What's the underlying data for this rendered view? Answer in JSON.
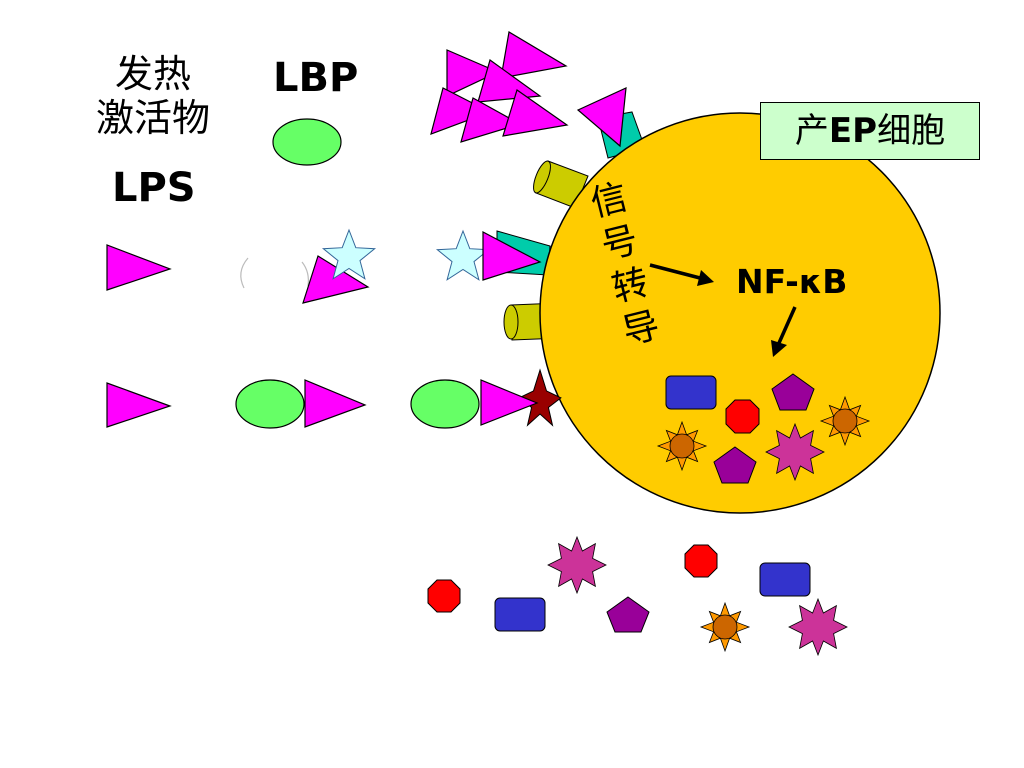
{
  "labels": {
    "pyrogen_line1": "发热",
    "pyrogen_line2": "激活物",
    "lps": "LPS",
    "lbp": "LBP",
    "cell_prefix": "产",
    "cell_ep": "EP",
    "cell_suffix": "细胞",
    "signal_chars": [
      "信",
      "号",
      "转",
      "导"
    ],
    "nfkb": "NF-κB"
  },
  "colors": {
    "lps_triangle": "#ff00ff",
    "lbp_oval": "#66ff66",
    "cd14_star": "#ccffff",
    "cell": "#ffcc00",
    "receptor_cyan": "#00ccaa",
    "receptor_cylinder": "#cccc00",
    "tlr_star": "#990000",
    "label_box": "#ccffcc",
    "cytokine_rect": "#3333cc",
    "cytokine_octagon": "#ff0000",
    "cytokine_pentagon": "#990099",
    "cytokine_burst": "#cc3399",
    "cytokine_sun": "#cc6600"
  },
  "icons": [
    "lps-triangle",
    "lbp-oval",
    "cd14-star",
    "receptor-cylinder",
    "tlr-star",
    "arrow",
    "cytokine-rect",
    "cytokine-octagon",
    "cytokine-pentagon",
    "cytokine-burst",
    "cytokine-sun"
  ]
}
